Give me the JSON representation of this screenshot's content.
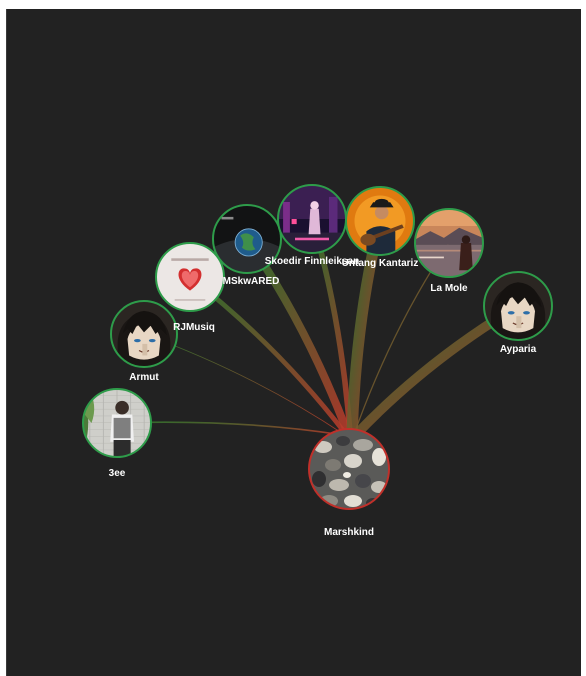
{
  "colors": {
    "background": "#222222",
    "center_ring": "#c0302a",
    "node_ring": "#2e9c4a",
    "edge_start": "#2f7a2f",
    "edge_end": "#c0392b"
  },
  "center": {
    "name": "Marshkind",
    "image": "pebbles-stones-thumbnail"
  },
  "nodes": [
    {
      "name": "3ee",
      "image": "person-wall-plants-thumbnail",
      "weight": 1
    },
    {
      "name": "Armut",
      "image": "anime-portrait-thumbnail",
      "weight": 0.5
    },
    {
      "name": "RJMusiq",
      "image": "selfish-love-heart-cover",
      "weight": 3
    },
    {
      "name": "MSkwARED",
      "image": "earth-globe-cover",
      "weight": 5
    },
    {
      "name": "Skoedir Finnleiksan",
      "image": "neon-city-figure-cover",
      "weight": 3.5
    },
    {
      "name": "Untang Kantariz",
      "image": "guitar-player-orange-cover",
      "weight": 7
    },
    {
      "name": "La Mole",
      "image": "lake-silhouette-cover",
      "weight": 0.8
    },
    {
      "name": "Ayparia",
      "image": "anime-portrait-thumbnail",
      "weight": 6
    }
  ]
}
